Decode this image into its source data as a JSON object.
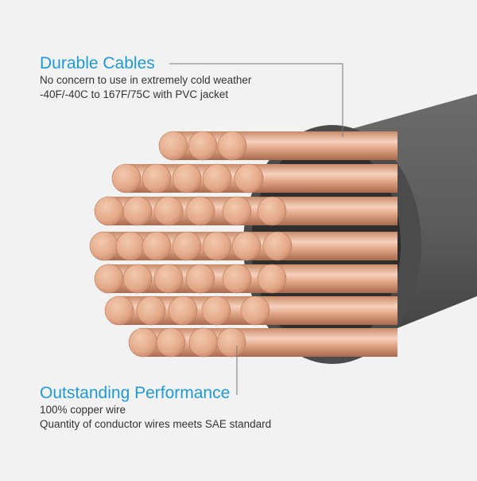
{
  "callouts": {
    "top": {
      "title": "Durable Cables",
      "lines": [
        "No concern to use in extremely cold weather",
        "-40F/-40C to 167F/75C with PVC jacket"
      ]
    },
    "bottom": {
      "title": "Outstanding Performance",
      "lines": [
        "100% copper wire",
        "Quantity of conductor wires meets SAE standard"
      ]
    }
  },
  "colors": {
    "title_accent": "#1f9ad8",
    "body_text": "#333333",
    "background": "#f2f2f2",
    "jacket": "#5a5a5a",
    "copper": "#e3a888"
  }
}
